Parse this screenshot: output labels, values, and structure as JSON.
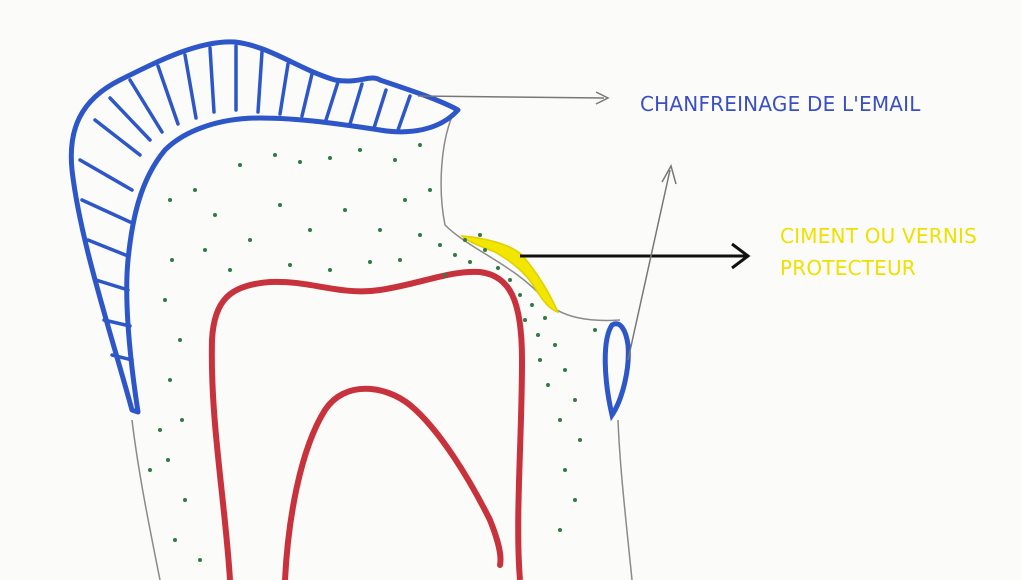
{
  "labels": {
    "enamel": "CHANFREINAGE DE L'EMAIL",
    "cement_line1": "CIMENT OU VERNIS",
    "cement_line2": "PROTECTEUR"
  },
  "colors": {
    "enamel": "#2d56c8",
    "pulp": "#c8323c",
    "dentin_dots": "#2f7a45",
    "cement": "#f2e600",
    "label_enamel": "#3b4fc4",
    "label_cement": "#f0e000",
    "outline": "#777777",
    "black_arrow": "#111111"
  }
}
